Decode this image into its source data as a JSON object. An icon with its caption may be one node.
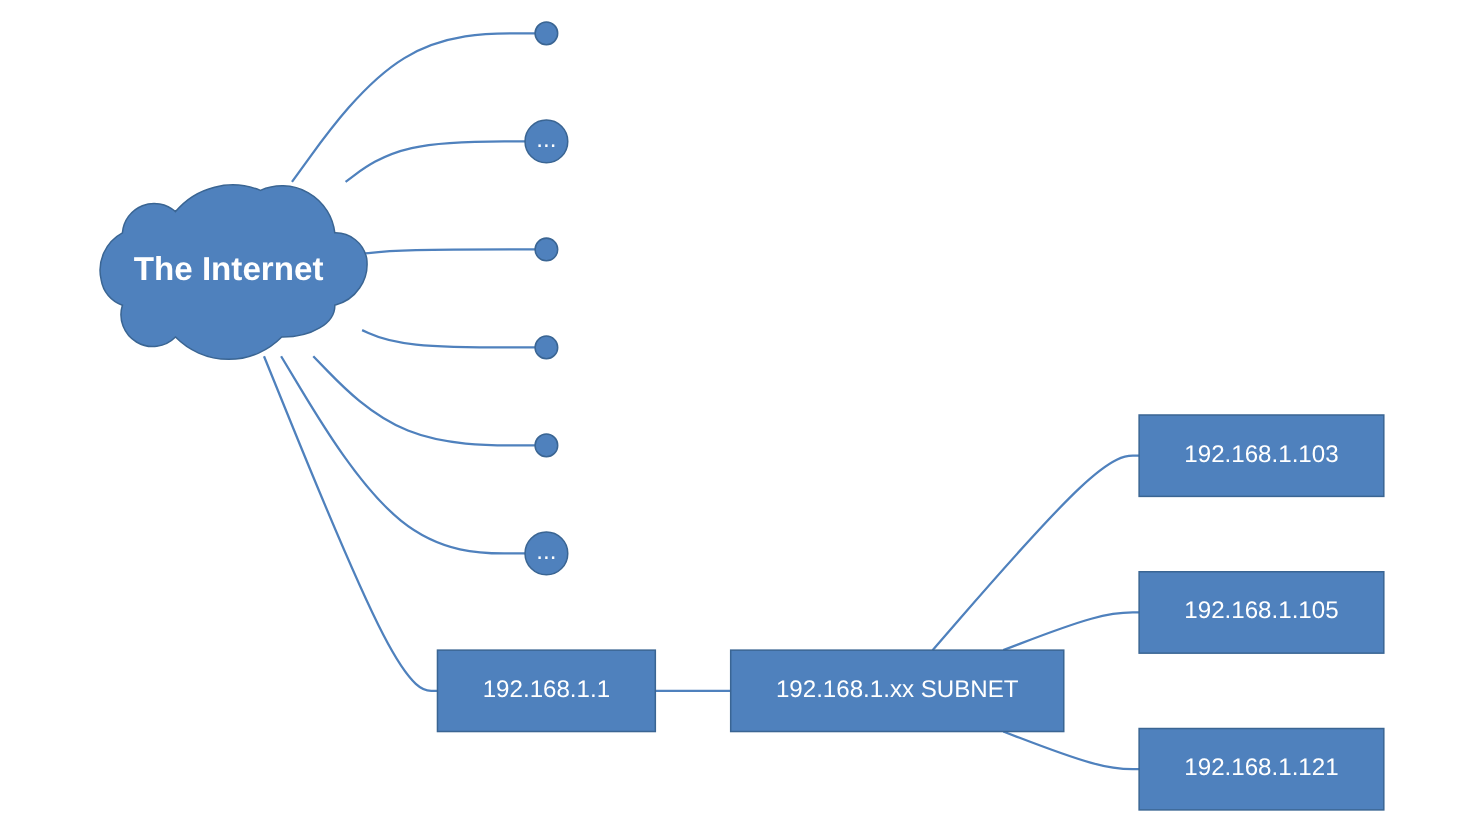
{
  "diagram": {
    "nodes": [
      {
        "text": [
          "The Internet"
        ]
      },
      {
        "text": [],
        "shape": "ellipse"
      },
      {
        "text": [
          "..."
        ]
      },
      {
        "text": [],
        "shape": "ellipse"
      },
      {
        "text": [],
        "shape": "ellipse"
      },
      {
        "text": [],
        "shape": "ellipse"
      },
      {
        "text": [
          "..."
        ]
      },
      {
        "text": [
          "192.168.1.1"
        ]
      },
      {
        "text": [
          "192.168.1.xx SUBNET"
        ]
      },
      {
        "text": [
          "192.168.1.103"
        ]
      },
      {
        "text": [
          "192.168.1.105"
        ]
      },
      {
        "text": [
          "192.168.1.121"
        ]
      }
    ],
    "edges": [
      {
        "from": 0,
        "to": 1,
        "arrow": "none"
      },
      {
        "from": 0,
        "to": 2,
        "arrow": "none"
      },
      {
        "from": 0,
        "to": 3,
        "arrow": "none"
      },
      {
        "from": 0,
        "to": 4,
        "arrow": "none"
      },
      {
        "from": 0,
        "to": 5,
        "arrow": "none"
      },
      {
        "from": 0,
        "to": 6,
        "arrow": "none"
      },
      {
        "from": 0,
        "to": 7,
        "arrow": "none"
      },
      {
        "from": 7,
        "to": 8,
        "arrow": "none"
      },
      {
        "from": 8,
        "to": 9,
        "arrow": "none"
      },
      {
        "from": 8,
        "to": 10,
        "arrow": "none"
      },
      {
        "from": 8,
        "to": 11,
        "arrow": "none"
      }
    ]
  }
}
